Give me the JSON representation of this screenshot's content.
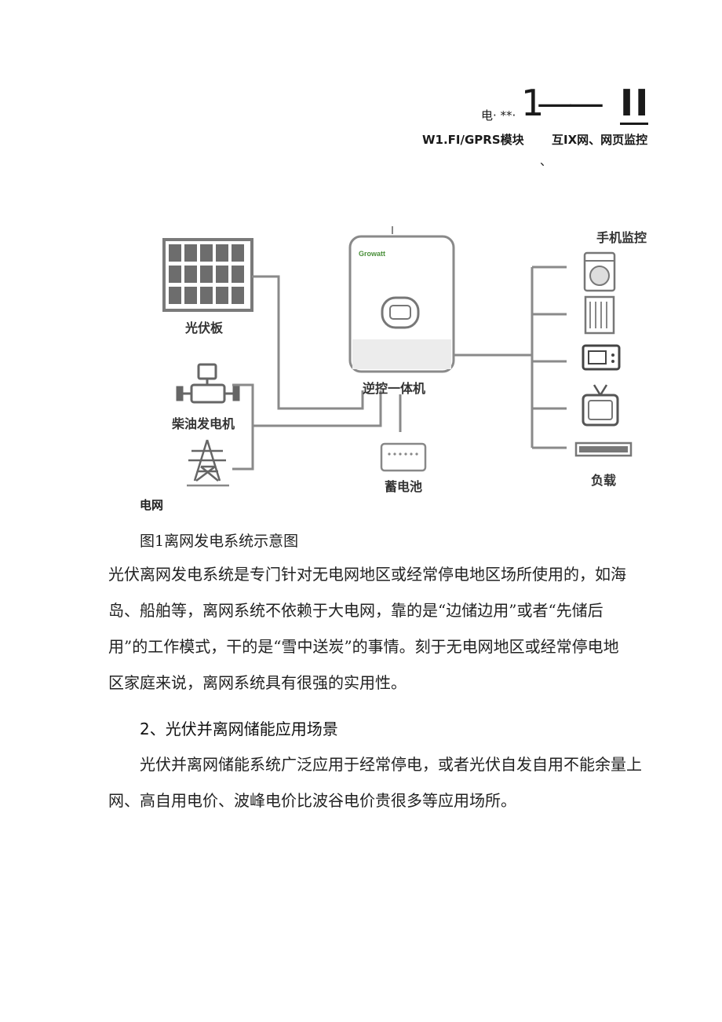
{
  "header": {
    "elec_label": "电· **·",
    "big_number": "1",
    "big_dash": "——",
    "big_bars": "II",
    "wifi_module": "W1.FI/GPRS模块",
    "internet_monitor": "互IX网、网页监控",
    "mark": "、"
  },
  "diagram": {
    "phone_monitor": "手机监控",
    "pv_panel": "光伏板",
    "inverter": "逆控一体机",
    "inverter_brand": "Growatt",
    "diesel": "柴油发电机",
    "battery": "蓄电池",
    "load": "负载",
    "grid": "电网"
  },
  "figure_caption": "图1离网发电系统示意图",
  "paragraph1": "光伏离网发电系统是专门针对无电网地区或经常停电地区场所使用的，如海岛、船舶等，离网系统不依赖于大电网，靠的是“边储边用”或者“先储后用”的工作模式，干的是“雪中送炭”的事情。刻于无电网地区或经常停电地区家庭来说，离网系统具有很强的实用性。",
  "paragraph1_lines": [
    "光伏离网发电系统是专门针对无电网地区或经常停电地区场所使用的，如海",
    "岛、船舶等，离网系统不依赖于大电网，靠的是“边储边用”或者“先储后",
    "用”的工作模式，干的是“雪中送炭”的事情。刻于无电网地区或经常停电地",
    "区家庭来说，离网系统具有很强的实用性。"
  ],
  "section_heading": "2、光伏并离网储能应用场景",
  "paragraph2_lines": [
    "光伏并离网储能系统广泛应用于经常停电，或者光伏自发自用不能余量上",
    "网、高自用电价、波峰电价比波谷电价贵很多等应用场所。"
  ]
}
